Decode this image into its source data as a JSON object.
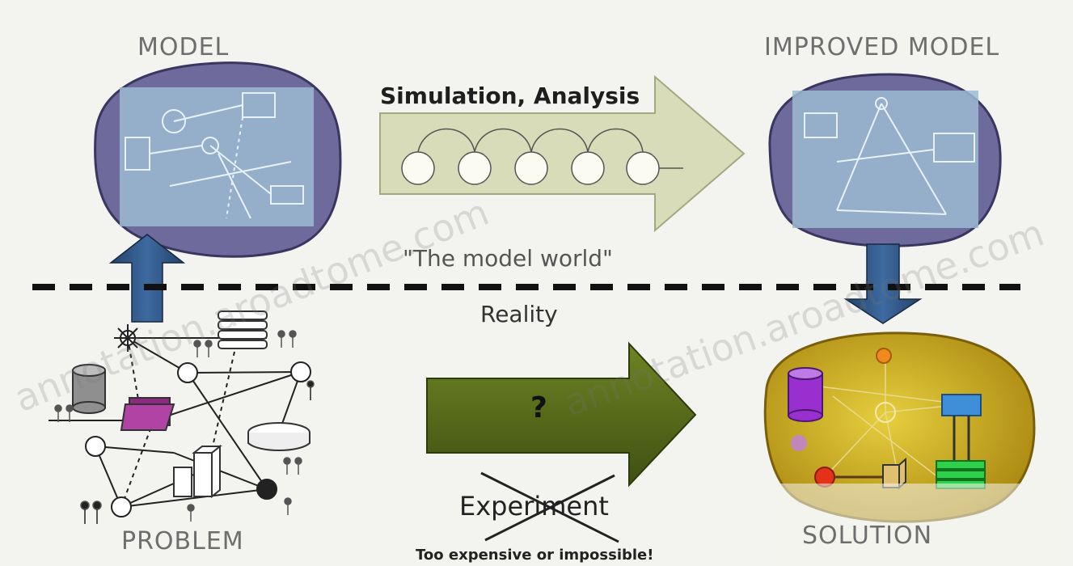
{
  "labels": {
    "model": "MODEL",
    "improved_model": "IMPROVED MODEL",
    "simulation": "Simulation, Analysis",
    "model_world": "\"The model world\"",
    "reality": "Reality",
    "question": "?",
    "experiment": "Experiment",
    "too_expensive": "Too expensive or impossible!",
    "problem": "PROBLEM",
    "solution": "SOLUTION"
  },
  "watermark": {
    "left": "annotation.aroadtome.com",
    "right": "annotation.aroadtome.com"
  },
  "colors": {
    "model_blob": "#6f6a9c",
    "model_panel": "#9cbbd3",
    "sim_arrow": "#d8dcb9",
    "arrow_blue": "#2e4e7a",
    "green_arrow": "#5a6e1c",
    "solution_blob": "#c8a21a",
    "dashed_line": "#111111"
  }
}
